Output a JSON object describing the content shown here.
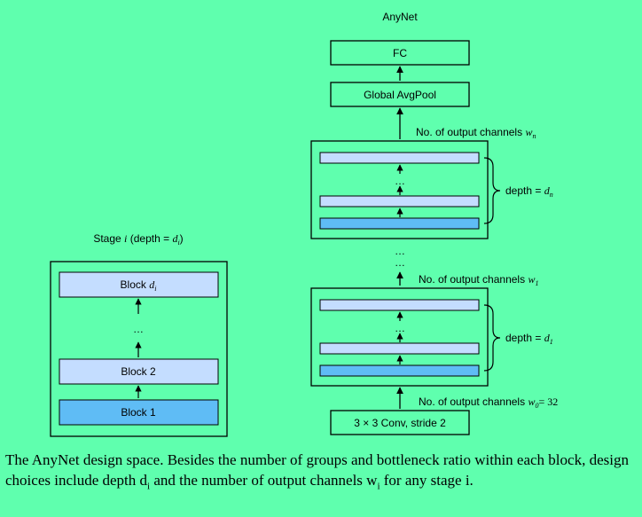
{
  "anynet": {
    "title": "AnyNet",
    "fc": "FC",
    "pool": "Global AvgPool",
    "conv": "3 × 3 Conv, stride 2",
    "out_prefix": "No. of output channels",
    "w_var": "w",
    "sub_n": "n",
    "sub_1": "1",
    "sub_0": "0",
    "w0_value": "= 32",
    "depth_prefix": "depth =",
    "d_var": "d",
    "ellipsis": "…"
  },
  "stage": {
    "title_prefix": "Stage",
    "i_var": "i",
    "title_mid": "(depth =",
    "title_close": ")",
    "d_var": "d",
    "sub_i": "i",
    "block_prefix": "Block",
    "block2": "Block 2",
    "block1": "Block 1",
    "ellipsis": "…"
  },
  "caption": {
    "part1": "The AnyNet design space. Besides the number of groups and bottleneck ratio within each block, design choices include depth d",
    "sub_d": "i",
    "part2": " and the number of output channels w",
    "sub_w": "i",
    "part3": " for any stage i."
  },
  "colors": {
    "background": "#5fffae",
    "block_light": "#c4ddff",
    "block_dark": "#5fbcf5",
    "stroke": "#000000"
  }
}
